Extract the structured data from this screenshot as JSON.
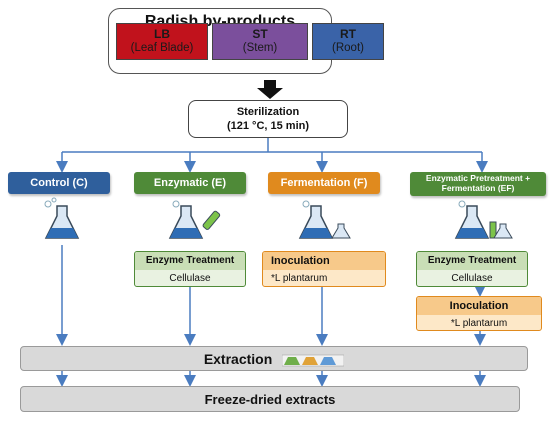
{
  "title": "Radish by-products",
  "parts": [
    {
      "abbr": "LB",
      "name": "(Leaf Blade)",
      "color": "#c1121c"
    },
    {
      "abbr": "ST",
      "name": "(Stem)",
      "color": "#7b4f9c"
    },
    {
      "abbr": "RT",
      "name": "(Root)",
      "color": "#3a63a8"
    }
  ],
  "sterilization": {
    "line1": "Sterilization",
    "line2": "(121 °C, 15 min)"
  },
  "treatments": {
    "control": {
      "label": "Control (C)",
      "color": "#2f5f9c"
    },
    "enzymatic": {
      "label": "Enzymatic (E)",
      "color": "#4f8a38"
    },
    "fermentation": {
      "label": "Fermentation (F)",
      "color": "#e08a1e"
    },
    "ef": {
      "label_line1": "Enzymatic Pretreatment +",
      "label_line2": "Fermentation (EF)",
      "color": "#4f8a38"
    }
  },
  "enzyme_treatment": {
    "title": "Enzyme Treatment",
    "sub": "Cellulase"
  },
  "inoculation": {
    "title": "Inoculation",
    "sub": "*L plantarum"
  },
  "extraction": "Extraction",
  "freeze_dried": "Freeze-dried extracts",
  "colors": {
    "arrow": "#4a7cc0",
    "enzyme_box_bg": "#e9f2e1",
    "inoc_box_bg": "#fde8c8"
  }
}
